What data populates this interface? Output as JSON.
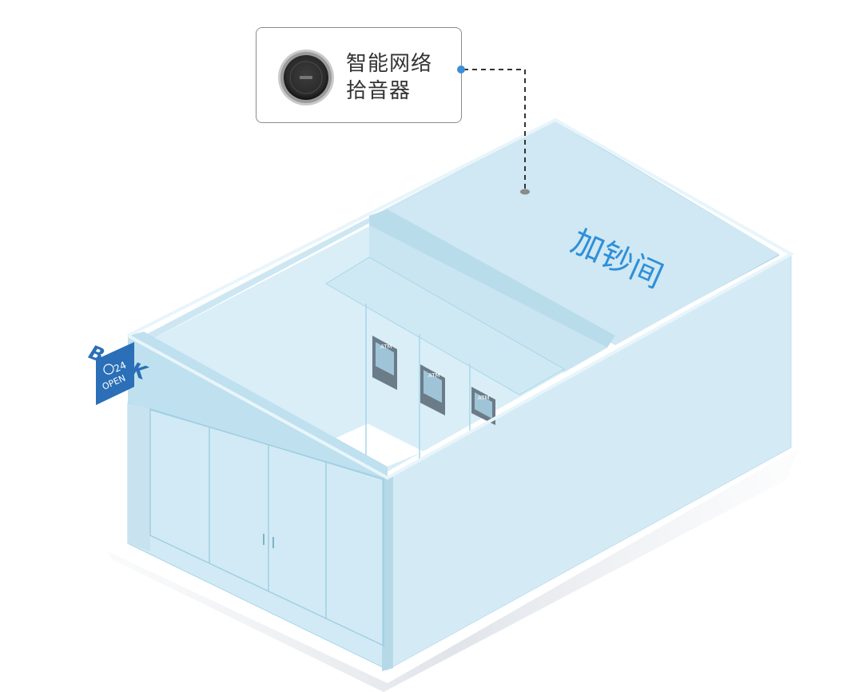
{
  "callout": {
    "line1": "智能网络",
    "line2": "拾音器",
    "device_icon": "microphone-pickup-icon",
    "dot_color": "#3a8fd6"
  },
  "room_label": "加钞间",
  "bank_sign": "BANK",
  "hours_sign": {
    "number": "24",
    "text": "OPEN",
    "icon": "clock-icon"
  },
  "atm_label": "ATM",
  "colors": {
    "glass": "#d6ecf6",
    "wall_edge": "#a9d6e8",
    "room_label": "#2f8fd8",
    "sign_bg": "#2a6fb7",
    "bank_text": "#2a6fb7"
  }
}
